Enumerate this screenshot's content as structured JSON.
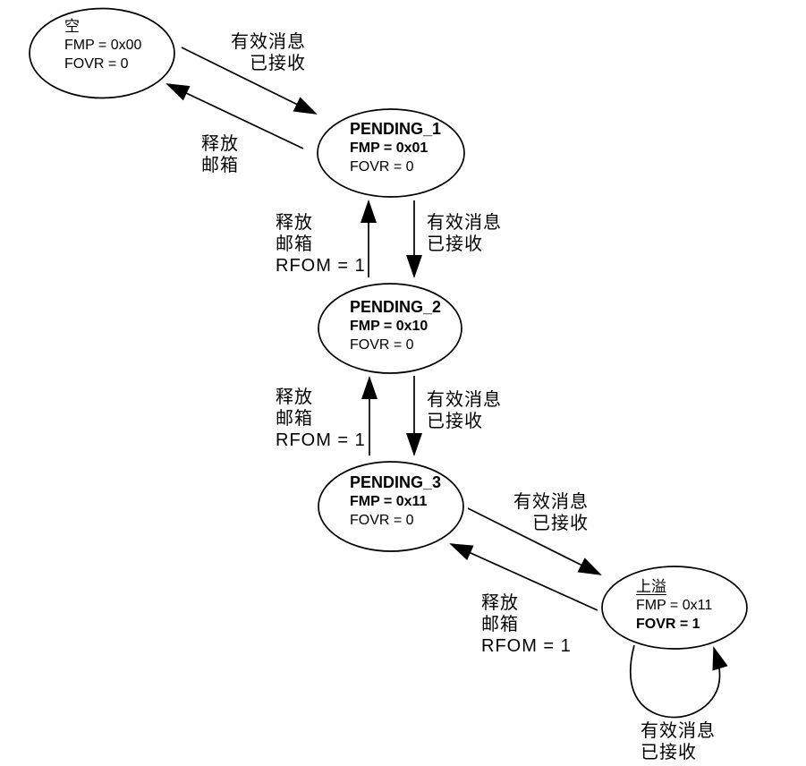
{
  "colors": {
    "ink": "#000000",
    "background": "#ffffff"
  },
  "diagram": {
    "states": [
      {
        "id": "empty",
        "name": "空",
        "fmp": "FMP = 0x00",
        "fovr": "FOVR = 0"
      },
      {
        "id": "pending_1",
        "name": "PENDING_1",
        "fmp": "FMP = 0x01",
        "fovr": "FOVR = 0"
      },
      {
        "id": "pending_2",
        "name": "PENDING_2",
        "fmp": "FMP = 0x10",
        "fovr": "FOVR = 0"
      },
      {
        "id": "pending_3",
        "name": "PENDING_3",
        "fmp": "FMP = 0x11",
        "fovr": "FOVR = 0"
      },
      {
        "id": "overflow",
        "name": "上溢",
        "fmp": "FMP = 0x11",
        "fovr": "FOVR = 1"
      }
    ],
    "transitions": [
      {
        "id": "empty-to-pending1",
        "label": "有效消息\n已接收"
      },
      {
        "id": "pending1-to-empty",
        "label": "释放\n邮箱"
      },
      {
        "id": "pending1-to-pending2",
        "label": "有效消息\n已接收"
      },
      {
        "id": "pending2-to-pending1",
        "label": "释放\n邮箱\nRFOM = 1"
      },
      {
        "id": "pending2-to-pending3",
        "label": "有效消息\n已接收"
      },
      {
        "id": "pending3-to-pending2",
        "label": "释放\n邮箱\nRFOM = 1"
      },
      {
        "id": "pending3-to-overflow",
        "label": "有效消息\n已接收"
      },
      {
        "id": "overflow-to-pending3",
        "label": "释放\n邮箱\nRFOM = 1"
      },
      {
        "id": "overflow-self-loop",
        "label": "有效消息\n已接收"
      }
    ]
  }
}
